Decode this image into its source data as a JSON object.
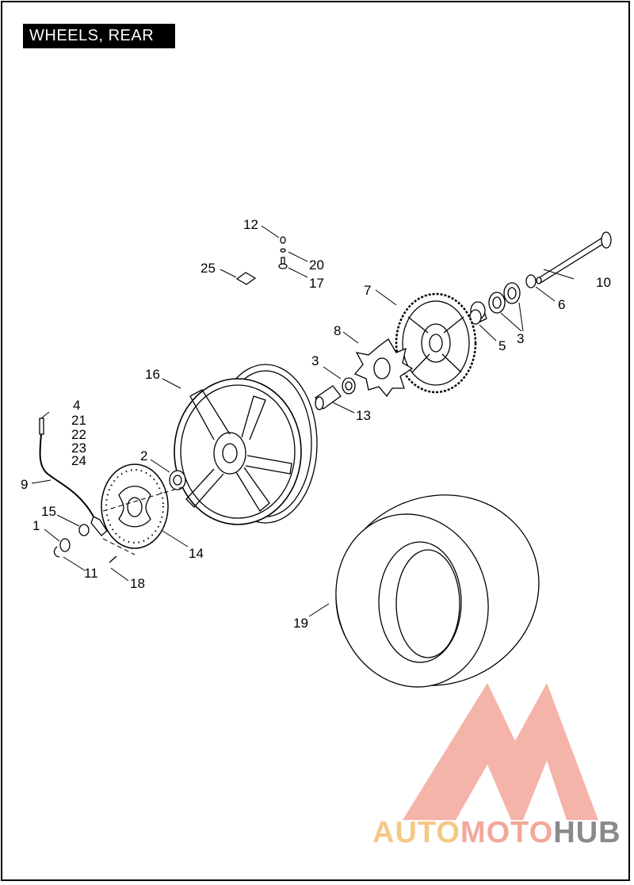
{
  "page": {
    "title": "WHEELS, REAR"
  },
  "watermark": {
    "part1": "AUTO",
    "part2": "MOTO",
    "part3": "HUB",
    "color1": "#f4c987",
    "color2": "#f3a79b",
    "color3": "#8a8a8a"
  },
  "callouts": {
    "c1": "1",
    "c2": "2",
    "c3a": "3",
    "c3b": "3",
    "c4": "4",
    "c5": "5",
    "c6": "6",
    "c7": "7",
    "c8": "8",
    "c9": "9",
    "c10": "10",
    "c11": "11",
    "c12": "12",
    "c13": "13",
    "c14": "14",
    "c15": "15",
    "c16": "16",
    "c17": "17",
    "c18": "18",
    "c19": "19",
    "c20": "20",
    "c21": "21",
    "c22": "22",
    "c23": "23",
    "c24": "24",
    "c25": "25"
  }
}
